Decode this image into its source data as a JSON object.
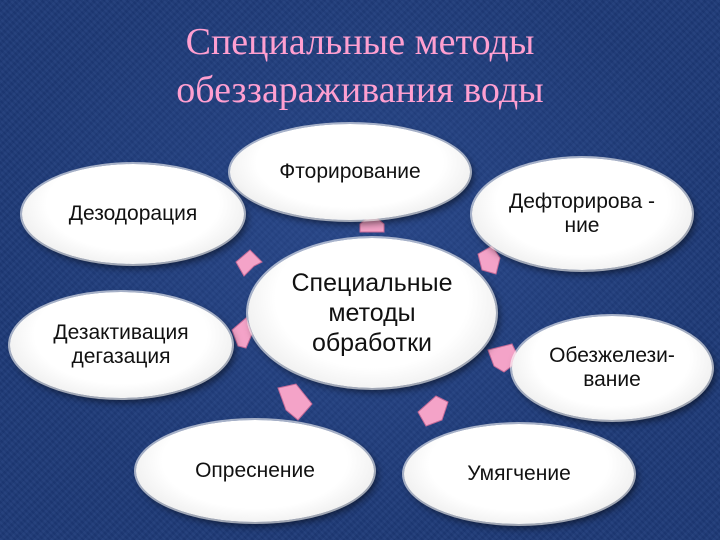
{
  "slide": {
    "title_line1": "Специальные методы",
    "title_line2": "обеззараживания воды"
  },
  "diagram": {
    "center": "Специальные\nметоды\nобработки",
    "nodes": {
      "fluorination": "Фторирование",
      "defluorination": "Дефторирова -\nние",
      "deodorization": "Дезодорация",
      "deactivation": "Дезактивация\nдегазация",
      "deironing": "Обезжелези-\nвание",
      "desalination": "Опреснение",
      "softening": "Умягчение"
    },
    "colors": {
      "title": "#ff9fd0",
      "arrow": "#f4a3c8",
      "node_fill": "#ffffff",
      "background": "#1e3a78"
    }
  }
}
